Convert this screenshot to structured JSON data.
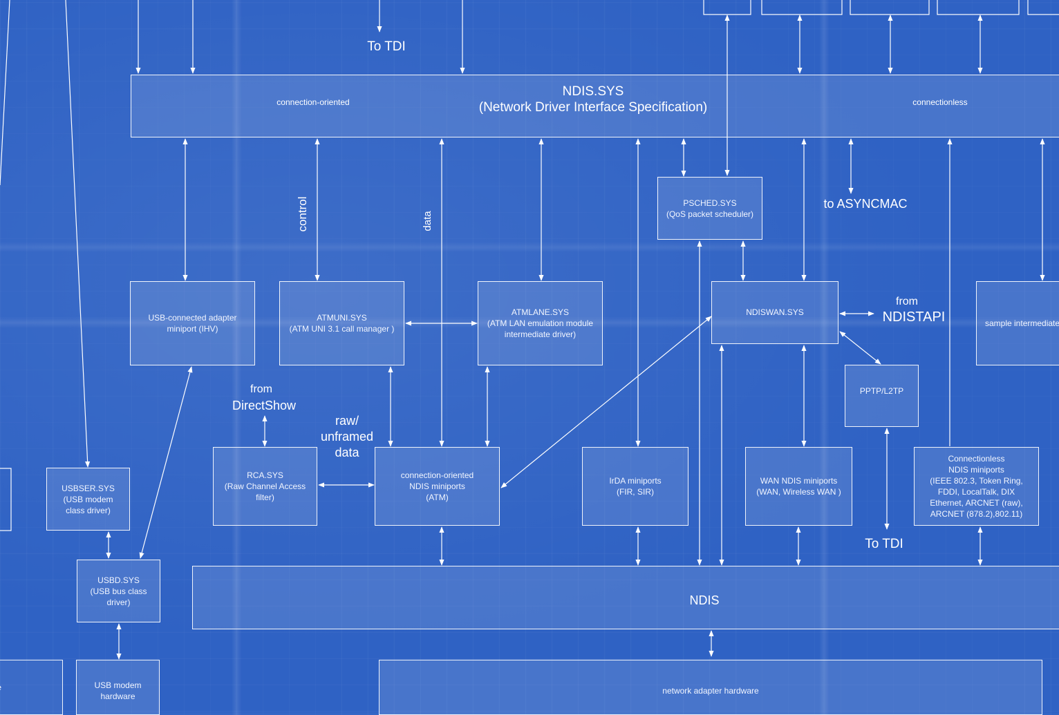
{
  "boxes": {
    "ndis_sys": {
      "title": "NDIS.SYS\n(Network Driver Interface Specification)",
      "left_label": "connection-oriented",
      "right_label": "connectionless"
    },
    "psched": "PSCHED.SYS\n(QoS packet scheduler)",
    "usb_adapter": "USB-connected adapter\nminiport  (IHV)",
    "atmuni": "ATMUNI.SYS\n(ATM UNI 3.1 call manager )",
    "atmlane": "ATMLANE.SYS\n(ATM LAN emulation module\nintermediate driver)",
    "ndiswan": "NDISWAN.SYS",
    "sample_intermediate": "sample intermediate",
    "pptp": "PPTP/L2TP",
    "usbser": "USBSER.SYS\n(USB modem\nclass driver)",
    "rca": "RCA.SYS\n(Raw Channel Access\nfilter)",
    "co_miniports": "connection-oriented\nNDIS miniports\n(ATM)",
    "irda": "IrDA miniports\n(FIR, SIR)",
    "wan_miniports": "WAN NDIS miniports\n(WAN, Wireless WAN )",
    "cl_miniports": "Connectionless\nNDIS miniports\n(IEEE 802.3, Token Ring,\nFDDI, LocalTalk, DIX\nEthernet, ARCNET (raw),\nARCNET (878.2),802.11)",
    "usbd": "USBD.SYS\n(USB bus class\ndriver)",
    "ndis": "NDIS",
    "usb_modem_hw": "USB modem\nhardware",
    "left_bottom": "e",
    "net_adapter_hw": "network adapter hardware"
  },
  "labels": {
    "to_tdi_top": "To TDI",
    "control": "control",
    "data": "data",
    "to_asyncmac": "to ASYNCMAC",
    "from_ndistapi_1": "from",
    "from_ndistapi_2": "NDISTAPI",
    "from_directshow_1": "from",
    "from_directshow_2": "DirectShow",
    "raw_unframed": "raw/\nunframed\ndata",
    "to_tdi_bottom": "To TDI"
  },
  "colors": {
    "background": "#2f62c4",
    "line": "#ffffff"
  }
}
